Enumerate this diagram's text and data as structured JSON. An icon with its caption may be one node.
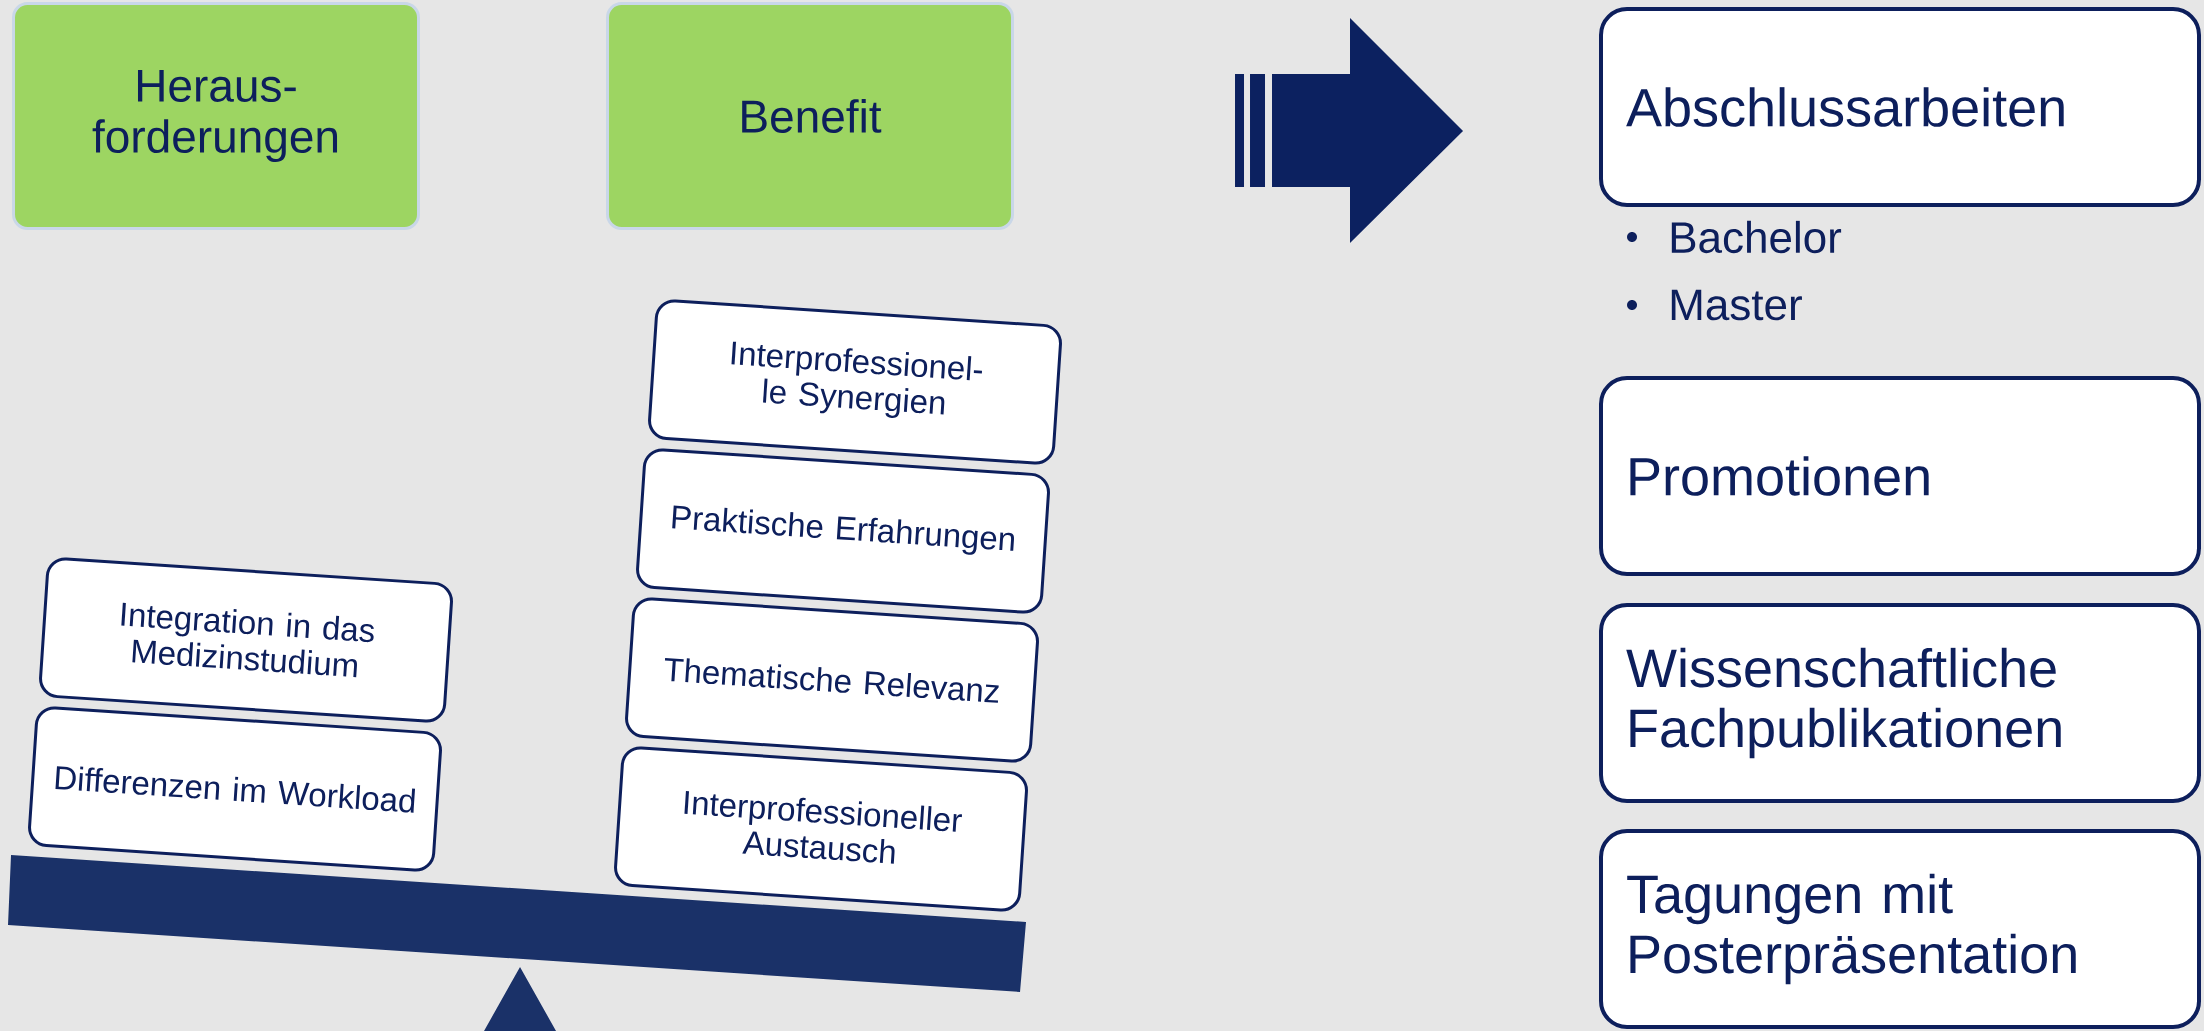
{
  "diagram": {
    "nodes": [
      {
        "text": [
          "Heraus- forderungen"
        ]
      },
      {
        "text": [
          "Benefit"
        ]
      },
      {
        "text": [
          "Integration in das Medizinstudium"
        ]
      },
      {
        "text": [
          "Differenzen im Workload"
        ]
      },
      {
        "text": [
          "Interprofessionel-le Synergien"
        ]
      },
      {
        "text": [
          "Praktische Erfahrungen"
        ]
      },
      {
        "text": [
          "Thematische Relevanz"
        ]
      },
      {
        "text": [
          "Interprofessioneller Austausch"
        ]
      },
      {
        "text": [
          "Abschlussarbeiten"
        ],
        "beside": [
          "Bachelor",
          "Master"
        ]
      },
      {
        "text": [
          "Promotionen"
        ]
      },
      {
        "text": [
          "Wissenschaftliche Fachpublikationen"
        ]
      },
      {
        "text": [
          "Tagungen mit Posterpräsentation"
        ]
      }
    ]
  }
}
